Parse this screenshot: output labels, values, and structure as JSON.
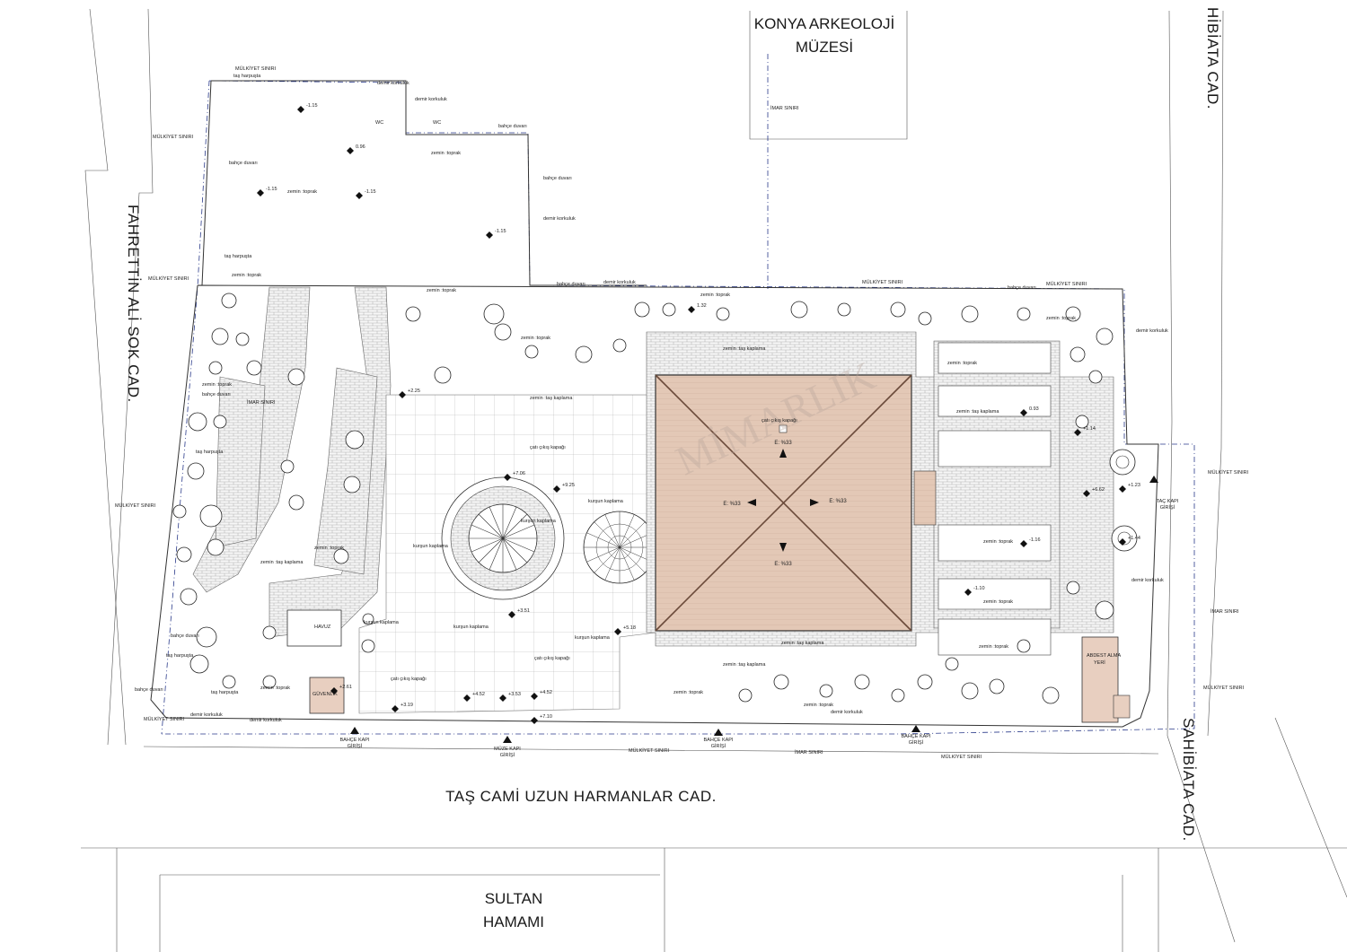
{
  "streets": {
    "west": "FAHRETTİN ALİ SOK CAD.",
    "south": "TAŞ CAMİ UZUN HARMANLAR CAD.",
    "east_top": "HİBİATA CAD.",
    "east_bottom": "SAHİBİATA CAD."
  },
  "neighbors": {
    "museum_line1": "KONYA ARKEOLOJİ",
    "museum_line2": "MÜZESİ",
    "hamam_line1": "SULTAN",
    "hamam_line2": "HAMAMI"
  },
  "entrances": {
    "garden_west": [
      "BAHÇE KAPI",
      "GİRİŞİ"
    ],
    "museum": [
      "MÜZE KAPI",
      "GİRİŞİ"
    ],
    "garden_mid": [
      "BAHÇE KAPI",
      "GİRİŞİ"
    ],
    "garden_east": [
      "BAHÇE KAPI",
      "GİRİŞİ"
    ],
    "tac": [
      "TAÇ KAPI",
      "GİRİŞİ"
    ]
  },
  "boundary_labels": {
    "mulkiyet": "MÜLKİYET SINIRI",
    "imar": "İMAR SINIRI"
  },
  "buildings": {
    "wc": "WC",
    "havuz": "HAVUZ",
    "guvenlik": "GÜVENLİK",
    "abdest": [
      "ABDEST ALMA",
      "YERİ"
    ]
  },
  "roof": {
    "slopes": [
      "E: %33",
      "E: %33",
      "E: %33",
      "E: %33"
    ],
    "watermark": "MİMARLIK"
  },
  "materials": {
    "soil": "zemin :toprak",
    "garden_wall": "bahçe duvarı",
    "iron_rail": "demir korkuluk",
    "stone": "taş harpuşta",
    "lead": "kurşun kaplama",
    "paving": "zemin :taş kaplama",
    "roof_exit": "çatı çıkış kapağı"
  },
  "elevations": [
    "-1.15",
    "0.96",
    "-1.15",
    "-1.15",
    "-1.15",
    "+2.25",
    "+7.06",
    "+9.25",
    "+3.51",
    "+3.19",
    "+4.52",
    "+3.53",
    "+4.52",
    "+5.18",
    "+2.61",
    "+7.10",
    "+6.62",
    "-1.10",
    "-1.16",
    "+1.14",
    "0.93",
    "1.32",
    "+1.44",
    "+1.23"
  ]
}
